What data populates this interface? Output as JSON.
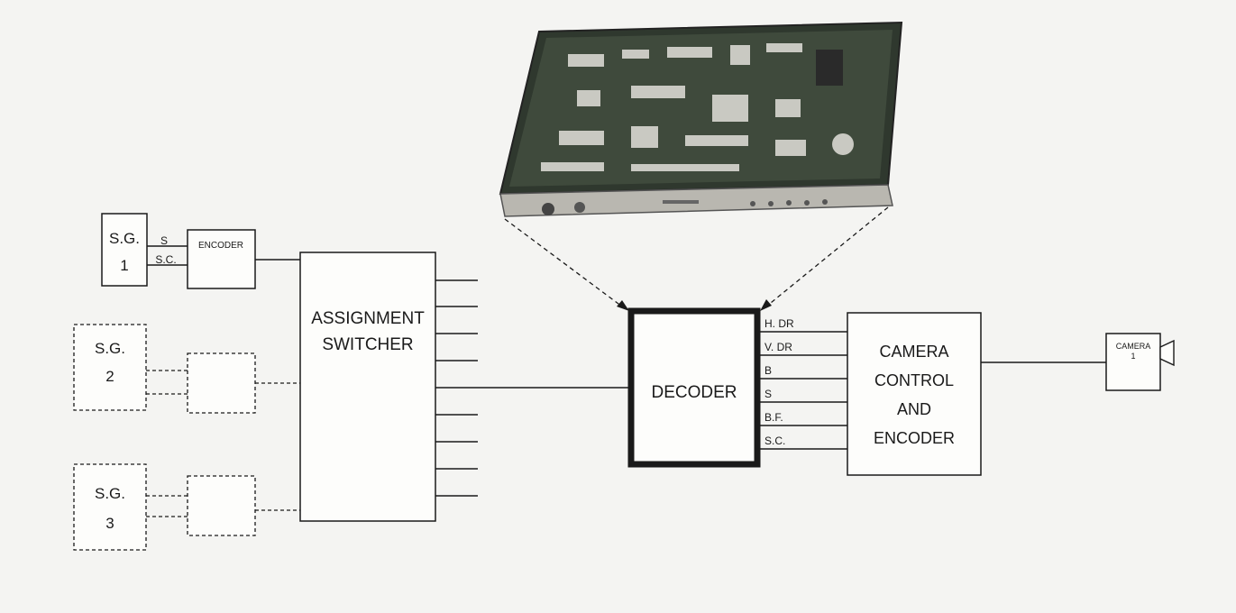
{
  "blocks": {
    "sg1": {
      "line1": "S.G.",
      "line2": "1"
    },
    "sg2": {
      "line1": "S.G.",
      "line2": "2"
    },
    "sg3": {
      "line1": "S.G.",
      "line2": "3"
    },
    "encoder": "ENCODER",
    "assignment_switcher": {
      "line1": "ASSIGNMENT",
      "line2": "SWITCHER"
    },
    "decoder": "DECODER",
    "camera_control": {
      "line1": "CAMERA",
      "line2": "CONTROL",
      "line3": "AND",
      "line4": "ENCODER"
    },
    "camera": {
      "line1": "CAMERA",
      "line2": "1"
    }
  },
  "signals": {
    "sg1_to_encoder": [
      "S",
      "S.C."
    ],
    "decoder_outputs": [
      "H. DR",
      "V. DR",
      "B",
      "S",
      "B.F.",
      "S.C."
    ]
  },
  "colors": {
    "ink": "#1a1a1a",
    "paper": "#f4f4f2",
    "panel": "#b9b7b0",
    "board": "#3f4a3c"
  }
}
